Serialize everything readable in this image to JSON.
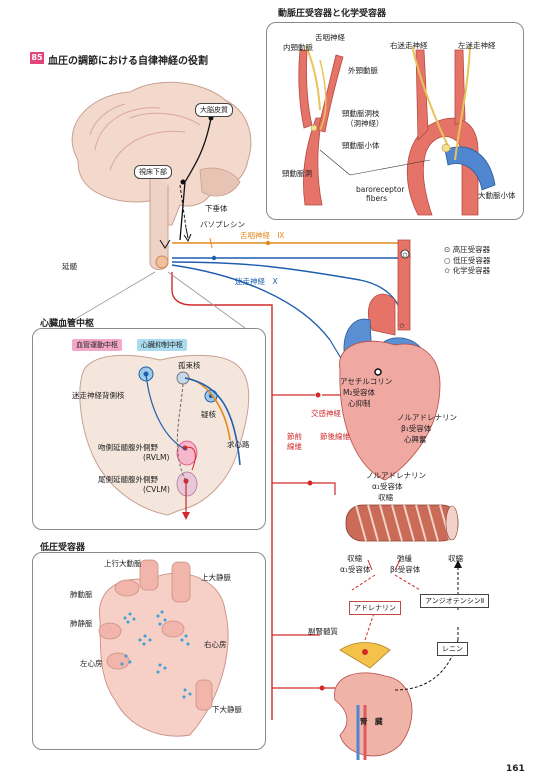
{
  "section_number": "85",
  "page_title": "血圧の調節における自律神経の役割",
  "baroreceptor_panel": {
    "title": "動脈圧受容器と化学受容器",
    "labels": [
      "舌咽神経",
      "内頸動脈",
      "右迷走神経",
      "左迷走神経",
      "外頸動脈",
      "頸動脈洞枝",
      "（洞神経）",
      "頸動脈小体",
      "頸動脈洞",
      "baroreceptor",
      "fibers",
      "大動脈小体"
    ]
  },
  "brain": {
    "cortex": "大脳皮質",
    "hypothalamus": "視床下部",
    "pituitary": "下垂体",
    "vasopressin": "バソプレシン",
    "medulla": "延髄"
  },
  "nerves": {
    "glossopharyngeal": "舌咽神経　Ⅸ",
    "vagus": "迷走神経　Ⅹ"
  },
  "legend": [
    {
      "symbol": "⊙",
      "label": "高圧受容器"
    },
    {
      "symbol": "○",
      "label": "低圧受容器"
    },
    {
      "symbol": "✩",
      "label": "化学受容器"
    }
  ],
  "cardio_center": {
    "title": "心臓血管中枢",
    "vasomotor_tag": "血管運動中枢",
    "inhibitory_tag": "心臓抑制中枢",
    "nts": "孤束核",
    "vagus_nucleus": "迷走神経背側核",
    "ambiguus": "疑核",
    "afferent": "求心路",
    "rvlm": "吻側延髄腹外側野",
    "rvlm_abbr": "(RVLM)",
    "cvlm": "尾側延髄腹外側野",
    "cvlm_abbr": "(CVLM)"
  },
  "heart": {
    "ach": "アセチルコリン",
    "m2": "M₂受容体",
    "suppress": "心抑制",
    "noradrenaline": "ノルアドレナリン",
    "beta1": "β₁受容体",
    "excite": "心興奮",
    "sympathetic": "交感神経",
    "preganglionic": "節前",
    "preganglionic2": "線維",
    "postganglionic": "節後線維"
  },
  "vessel": {
    "noradrenaline": "ノルアドレナリン",
    "alpha1": "α₁受容体",
    "contract": "収縮",
    "contract_a": "収縮",
    "alpha1_b": "α₁受容体",
    "dilate": "弛緩",
    "beta2": "β₂受容体",
    "contract_c": "収縮"
  },
  "hormones": {
    "adrenaline": "アドレナリン",
    "angiotensin": "アンジオテンシンⅡ",
    "renin": "レニン",
    "adrenal_medulla": "副腎髄質",
    "kidney": "腎　臓"
  },
  "low_pressure": {
    "title": "低圧受容器",
    "labels": [
      "上行大動脈",
      "上大静脈",
      "肺動脈",
      "肺静脈",
      "右心房",
      "左心房",
      "下大静脈"
    ]
  },
  "page_number": "161",
  "colors": {
    "accent": "#e2457a",
    "artery": "#e05a5a",
    "vein": "#3a78c9",
    "nerve_orange": "#e08a1e",
    "nerve_blue": "#1f5fae",
    "sympathetic": "#d02a2a"
  }
}
